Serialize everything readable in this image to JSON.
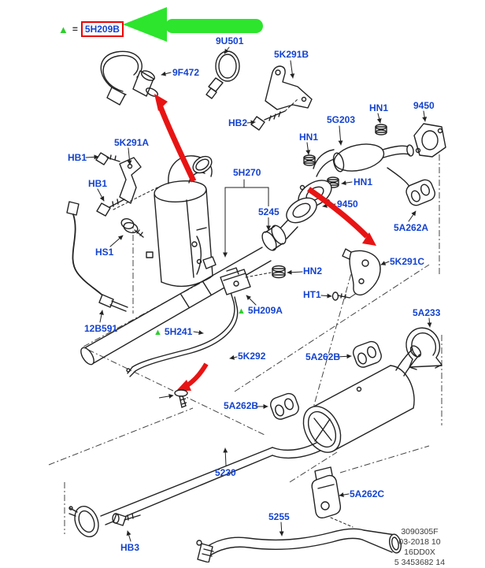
{
  "legend": {
    "triangle_icon": "▲",
    "equals_sign": "=",
    "highlighted_part": "5H209B"
  },
  "callouts": {
    "c9f472": "9F472",
    "c9u501": "9U501",
    "c5k291b": "5K291B",
    "chb2": "HB2",
    "chn1_a": "HN1",
    "c5g203": "5G203",
    "chn1_b": "HN1",
    "c9450_a": "9450",
    "chn1_c": "HN1",
    "c9450_b": "9450",
    "c5h270": "5H270",
    "c5245": "5245",
    "chb1_a": "HB1",
    "c5k291a": "5K291A",
    "chb1_b": "HB1",
    "chs1": "HS1",
    "c12b591": "12B591",
    "c5h241": "5H241",
    "c5h209a": "5H209A",
    "chn2": "HN2",
    "cht1": "HT1",
    "c5k291c": "5K291C",
    "c5a262a": "5A262A",
    "c5a233": "5A233",
    "c5a262b_a": "5A262B",
    "c5k292": "5K292",
    "c5a262b_b": "5A262B",
    "c5230": "5230",
    "chb3": "HB3",
    "c5255": "5255",
    "c5a262c": "5A262C"
  },
  "footer": {
    "line1": "3090305F",
    "line2": "03-2018 10",
    "line3": "16DD0X",
    "line4_partial": "5 3453682 14"
  },
  "colors": {
    "label_blue": "#1443cf",
    "arrow_green": "#2ce52c",
    "arrow_red": "#e81414",
    "highlight_box_red": "#ec0000",
    "line_art": "#222222",
    "footer_text": "#3b3b3b"
  }
}
